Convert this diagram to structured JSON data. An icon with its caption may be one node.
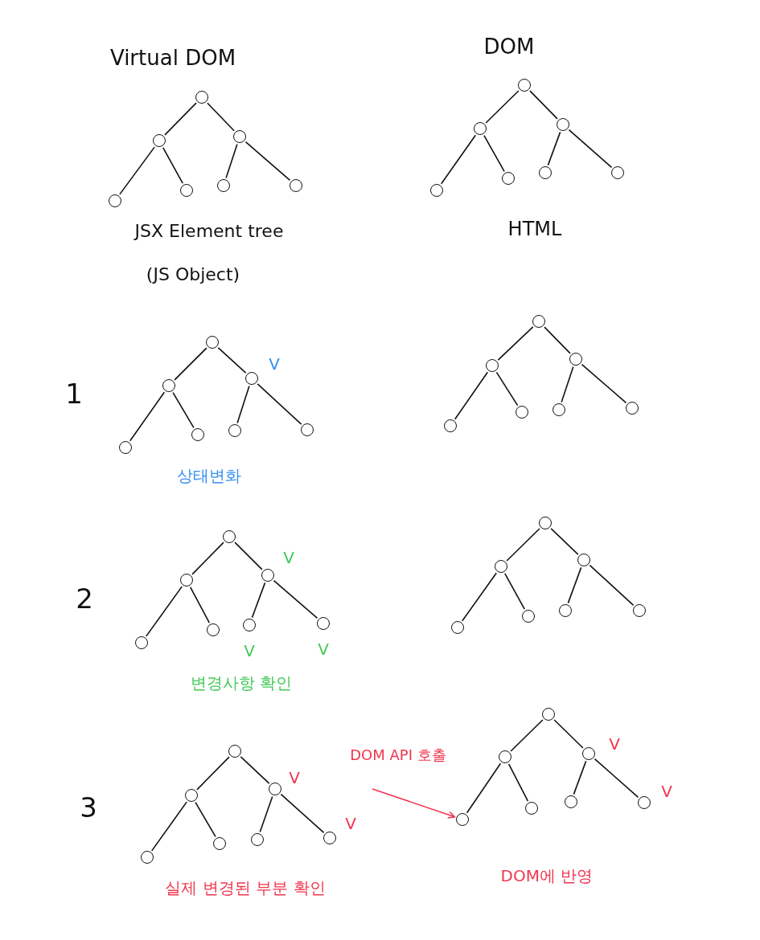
{
  "diagram": {
    "nodes": [
      {
        "text": [],
        "shape": "circle"
      },
      {
        "text": [],
        "shape": "circle"
      },
      {
        "text": [],
        "shape": "circle"
      },
      {
        "text": [],
        "shape": "circle"
      },
      {
        "text": [],
        "shape": "circle"
      },
      {
        "text": [],
        "shape": "circle"
      },
      {
        "text": [],
        "shape": "circle"
      },
      {
        "text": [],
        "shape": "circle"
      },
      {
        "text": [],
        "shape": "circle"
      },
      {
        "text": [],
        "shape": "circle"
      },
      {
        "text": [],
        "shape": "circle"
      },
      {
        "text": [],
        "shape": "circle"
      },
      {
        "text": [],
        "shape": "circle"
      },
      {
        "text": [],
        "shape": "circle"
      },
      {
        "text": [],
        "shape": "circle"
      },
      {
        "text": [],
        "shape": "circle"
      },
      {
        "text": [],
        "shape": "circle",
        "beside": [
          "V"
        ]
      },
      {
        "text": [],
        "shape": "circle"
      },
      {
        "text": [],
        "shape": "circle"
      },
      {
        "text": [],
        "shape": "circle"
      },
      {
        "text": [],
        "shape": "circle"
      },
      {
        "text": [],
        "shape": "circle"
      },
      {
        "text": [],
        "shape": "circle"
      },
      {
        "text": [],
        "shape": "circle"
      },
      {
        "text": [],
        "shape": "circle"
      },
      {
        "text": [],
        "shape": "circle"
      },
      {
        "text": [],
        "shape": "circle"
      },
      {
        "text": [],
        "shape": "circle"
      },
      {
        "text": [],
        "shape": "circle"
      },
      {
        "text": [],
        "shape": "circle"
      },
      {
        "text": [],
        "shape": "circle",
        "beside": [
          "V"
        ]
      },
      {
        "text": [],
        "shape": "circle"
      },
      {
        "text": [],
        "shape": "circle"
      },
      {
        "text": [],
        "shape": "circle",
        "beside": [
          "V"
        ]
      },
      {
        "text": [],
        "shape": "circle",
        "beside": [
          "V"
        ]
      },
      {
        "text": [],
        "shape": "circle"
      },
      {
        "text": [],
        "shape": "circle"
      },
      {
        "text": [],
        "shape": "circle"
      },
      {
        "text": [],
        "shape": "circle"
      },
      {
        "text": [],
        "shape": "circle"
      },
      {
        "text": [],
        "shape": "circle"
      },
      {
        "text": [],
        "shape": "circle"
      },
      {
        "text": [],
        "shape": "circle"
      },
      {
        "text": [],
        "shape": "circle"
      },
      {
        "text": [],
        "shape": "circle",
        "beside": [
          "V"
        ]
      },
      {
        "text": [],
        "shape": "circle"
      },
      {
        "text": [],
        "shape": "circle"
      },
      {
        "text": [],
        "shape": "circle"
      },
      {
        "text": [],
        "shape": "circle",
        "beside": [
          "V"
        ]
      },
      {
        "text": [],
        "shape": "circle"
      },
      {
        "text": [],
        "shape": "circle"
      },
      {
        "text": [],
        "shape": "circle",
        "beside": [
          "V"
        ]
      },
      {
        "text": [],
        "shape": "circle"
      },
      {
        "text": [],
        "shape": "circle"
      },
      {
        "text": [],
        "shape": "circle"
      },
      {
        "text": [],
        "shape": "circle",
        "beside": [
          "V"
        ]
      }
    ],
    "edges": [
      {
        "from": 0,
        "to": 1,
        "arrow": "none"
      },
      {
        "from": 0,
        "to": 2,
        "arrow": "none"
      },
      {
        "from": 1,
        "to": 3,
        "arrow": "none"
      },
      {
        "from": 1,
        "to": 4,
        "arrow": "none"
      },
      {
        "from": 2,
        "to": 5,
        "arrow": "none"
      },
      {
        "from": 2,
        "to": 6,
        "arrow": "none"
      },
      {
        "from": 7,
        "to": 8,
        "arrow": "none"
      },
      {
        "from": 7,
        "to": 9,
        "arrow": "none"
      },
      {
        "from": 8,
        "to": 10,
        "arrow": "none"
      },
      {
        "from": 8,
        "to": 11,
        "arrow": "none"
      },
      {
        "from": 9,
        "to": 12,
        "arrow": "none"
      },
      {
        "from": 9,
        "to": 13,
        "arrow": "none"
      },
      {
        "from": 14,
        "to": 15,
        "arrow": "none"
      },
      {
        "from": 14,
        "to": 16,
        "arrow": "none"
      },
      {
        "from": 15,
        "to": 17,
        "arrow": "none"
      },
      {
        "from": 15,
        "to": 18,
        "arrow": "none"
      },
      {
        "from": 16,
        "to": 19,
        "arrow": "none"
      },
      {
        "from": 16,
        "to": 20,
        "arrow": "none"
      },
      {
        "from": 21,
        "to": 22,
        "arrow": "none"
      },
      {
        "from": 21,
        "to": 23,
        "arrow": "none"
      },
      {
        "from": 22,
        "to": 24,
        "arrow": "none"
      },
      {
        "from": 22,
        "to": 25,
        "arrow": "none"
      },
      {
        "from": 23,
        "to": 26,
        "arrow": "none"
      },
      {
        "from": 23,
        "to": 27,
        "arrow": "none"
      },
      {
        "from": 28,
        "to": 29,
        "arrow": "none"
      },
      {
        "from": 28,
        "to": 30,
        "arrow": "none"
      },
      {
        "from": 29,
        "to": 31,
        "arrow": "none"
      },
      {
        "from": 29,
        "to": 32,
        "arrow": "none"
      },
      {
        "from": 30,
        "to": 33,
        "arrow": "none"
      },
      {
        "from": 30,
        "to": 34,
        "arrow": "none"
      },
      {
        "from": 35,
        "to": 36,
        "arrow": "none"
      },
      {
        "from": 35,
        "to": 37,
        "arrow": "none"
      },
      {
        "from": 36,
        "to": 38,
        "arrow": "none"
      },
      {
        "from": 36,
        "to": 39,
        "arrow": "none"
      },
      {
        "from": 37,
        "to": 40,
        "arrow": "none"
      },
      {
        "from": 37,
        "to": 41,
        "arrow": "none"
      },
      {
        "from": 42,
        "to": 43,
        "arrow": "none"
      },
      {
        "from": 42,
        "to": 44,
        "arrow": "none"
      },
      {
        "from": 43,
        "to": 45,
        "arrow": "none"
      },
      {
        "from": 43,
        "to": 46,
        "arrow": "none"
      },
      {
        "from": 44,
        "to": 47,
        "arrow": "none"
      },
      {
        "from": 44,
        "to": 48,
        "arrow": "none"
      },
      {
        "from": 49,
        "to": 50,
        "arrow": "none"
      },
      {
        "from": 49,
        "to": 51,
        "arrow": "none"
      },
      {
        "from": 50,
        "to": 52,
        "arrow": "none"
      },
      {
        "from": 50,
        "to": 53,
        "arrow": "none"
      },
      {
        "from": 51,
        "to": 54,
        "arrow": "none"
      },
      {
        "from": 51,
        "to": 55,
        "arrow": "none"
      },
      {
        "from": null,
        "to": 52,
        "arrow": "to",
        "label": "DOM API 호출",
        "color": "#f0364f"
      }
    ],
    "labels": [
      "Virtual DOM",
      "DOM",
      "JSX Element tree",
      "HTML",
      "(JS Object)",
      "1",
      "상태변화",
      "2",
      "변경사항 확인",
      "3",
      "실제 변경된 부분 확인",
      "DOM에 반영"
    ]
  }
}
